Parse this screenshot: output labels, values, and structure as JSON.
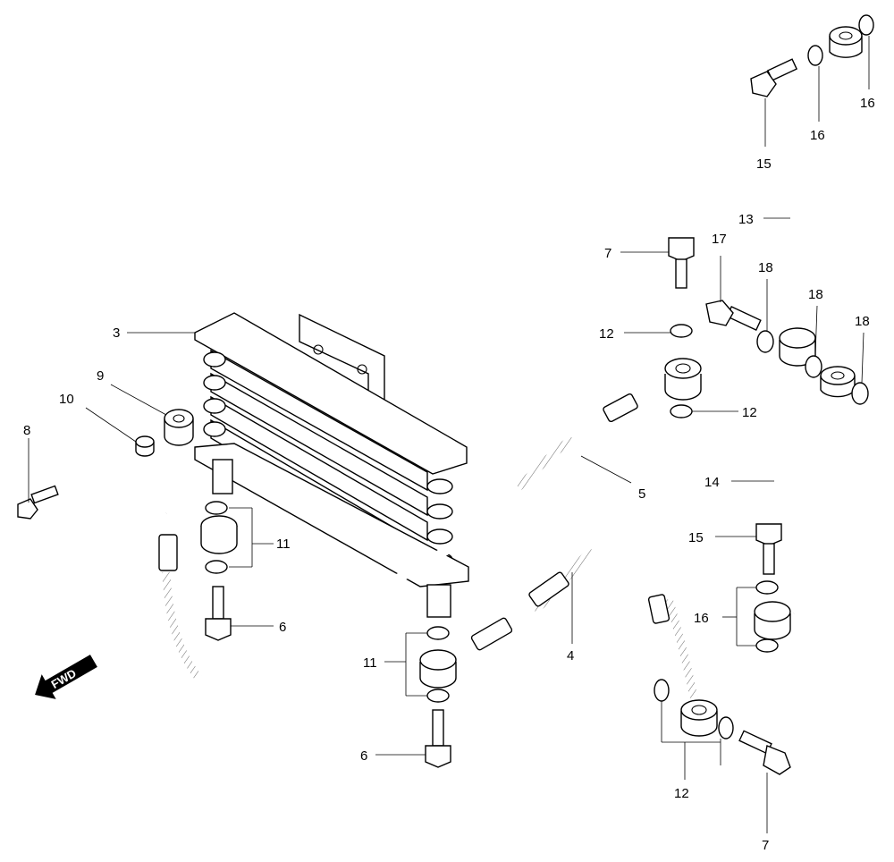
{
  "fwd_label": "FWD",
  "callouts": [
    {
      "id": "c3",
      "text": "3"
    },
    {
      "id": "c9",
      "text": "9"
    },
    {
      "id": "c10",
      "text": "10"
    },
    {
      "id": "c8",
      "text": "8"
    },
    {
      "id": "c11a",
      "text": "11"
    },
    {
      "id": "c6a",
      "text": "6"
    },
    {
      "id": "c11b",
      "text": "11"
    },
    {
      "id": "c6b",
      "text": "6"
    },
    {
      "id": "c4",
      "text": "4"
    },
    {
      "id": "c5",
      "text": "5"
    },
    {
      "id": "c7a",
      "text": "7"
    },
    {
      "id": "c12a",
      "text": "12"
    },
    {
      "id": "c12b",
      "text": "12"
    },
    {
      "id": "c12c",
      "text": "12"
    },
    {
      "id": "c7b",
      "text": "7"
    },
    {
      "id": "c17",
      "text": "17"
    },
    {
      "id": "c18a",
      "text": "18"
    },
    {
      "id": "c18b",
      "text": "18"
    },
    {
      "id": "c18c",
      "text": "18"
    },
    {
      "id": "c13",
      "text": "13"
    },
    {
      "id": "c14",
      "text": "14"
    },
    {
      "id": "c15a",
      "text": "15"
    },
    {
      "id": "c15b",
      "text": "15"
    },
    {
      "id": "c16a",
      "text": "16"
    },
    {
      "id": "c16b",
      "text": "16"
    },
    {
      "id": "c16c",
      "text": "16"
    }
  ]
}
